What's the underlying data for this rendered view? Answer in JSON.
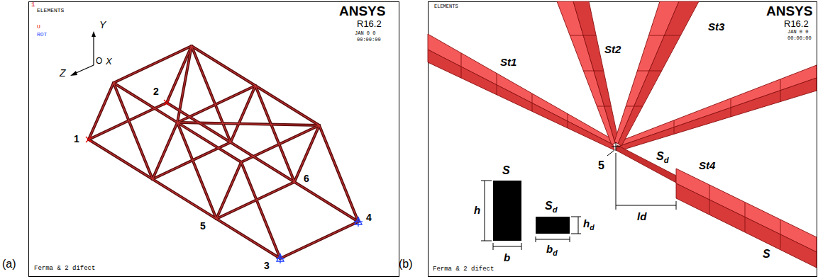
{
  "diagram": {
    "labels": [
      "(a)",
      "1",
      "ELEMENTS",
      "U",
      "ROT",
      "ANSYS",
      "R16.2",
      "JAN 0 0",
      "00:00:00",
      "Y",
      "Z",
      "O",
      "X",
      "1",
      "2",
      "3",
      "4",
      "5",
      "6",
      "Ferma & 2 difect",
      "(b)",
      "ELEMENTS",
      "ANSYS",
      "R16.2",
      "JAN 0 0",
      "00:00:00",
      "St1",
      "St2",
      "St3",
      "5",
      "Sd",
      "St4",
      "S",
      "ld",
      "S",
      "h",
      "b",
      "Sd",
      "hd",
      "bd",
      "Ferma & 2 difect"
    ]
  }
}
